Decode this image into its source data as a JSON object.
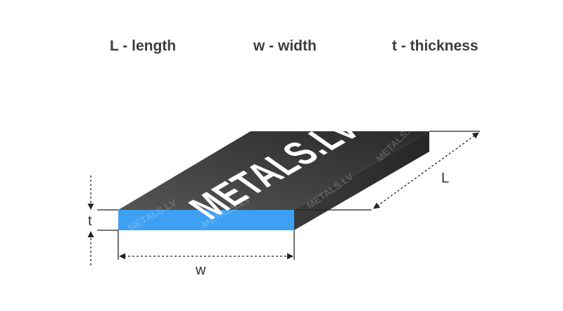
{
  "legend": {
    "length": "L - length",
    "width": "w - width",
    "thickness": "t - thickness"
  },
  "dimensions": {
    "length": "L",
    "width": "w",
    "thickness": "t"
  },
  "brand": {
    "logo": "METALS.LV",
    "watermark": "METALS.LV"
  },
  "colors": {
    "top_face": "#3a3a3a",
    "side_face": "#2e2e2e",
    "front_face": "#3ea0f2",
    "dimension_lines": "#222222"
  }
}
